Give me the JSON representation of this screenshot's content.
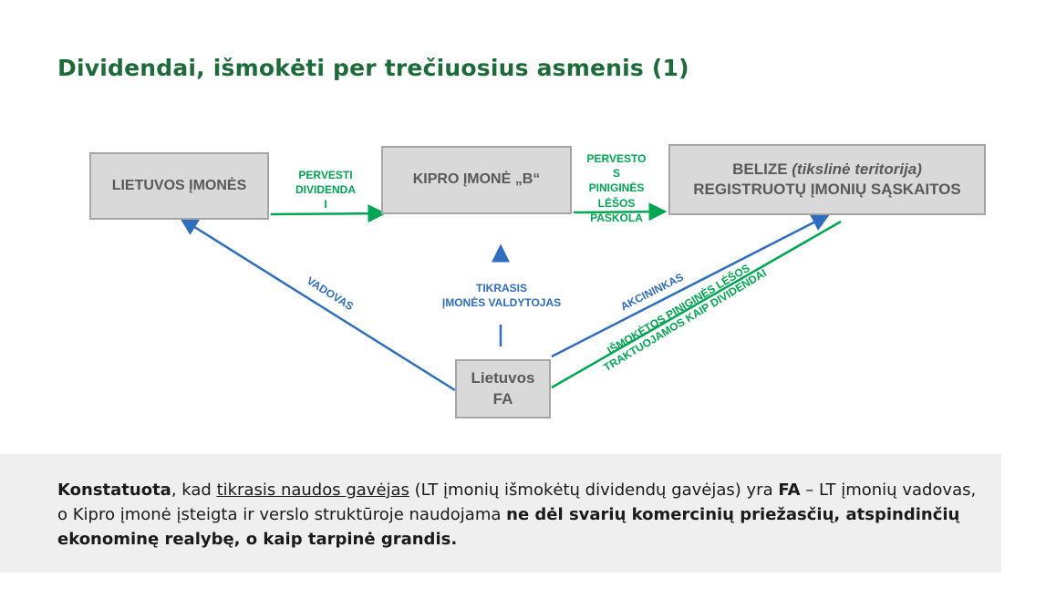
{
  "title": "Dividendai, išmokėti per trečiuosius asmenis (1)",
  "boxes": {
    "lt_companies": "LIETUVOS ĮMONĖS",
    "cyprus": "KIPRO ĮMONĖ „B“",
    "belize_line1_prefix": "BELIZE ",
    "belize_line1_italic": "(tikslinė teritorija)",
    "belize_line2": "REGISTRUOTŲ ĮMONIŲ SĄSKAITOS",
    "fa_line1": "Lietuvos",
    "fa_line2": "FA"
  },
  "labels": {
    "transfer_dividends_1": "PERVESTI",
    "transfer_dividends_2": "DIVIDENDA",
    "transfer_dividends_3": "I",
    "transfer_funds_1": "PERVESTO",
    "transfer_funds_2": "S",
    "transfer_funds_3": "PINIGINĖS",
    "transfer_funds_4": "LĖŠOS",
    "transfer_funds_5": "PASKOLA",
    "manager": "VADOVAS",
    "real_manager_1": "TIKRASIS",
    "real_manager_2": "ĮMONĖS VALDYTOJAS",
    "shareholder": "AKCININKAS",
    "paid_funds_1": "IŠMOKĖTOS PINIGINĖS LĖŠOS",
    "paid_funds_2": "TRAKTUOJAMOS KAIP DIVIDENDAI"
  },
  "colors": {
    "title": "#1e6b3a",
    "green": "#00a651",
    "blue": "#2f6dbf",
    "box_fill": "#d9d9d9",
    "box_border": "#a6a6a6"
  },
  "note": {
    "p1": "Konstatuota",
    "p2": ", kad ",
    "p3": "tikrasis naudos gavėjas",
    "p4": " (LT įmonių išmokėtų  dividendų gavėjas) yra ",
    "p5": "FA",
    "p6": " – LT įmonių vadovas, o Kipro įmonė įsteigta ir verslo struktūroje naudojama ",
    "p7": "ne dėl svarių komercinių priežasčių, atspindinčių ekonominę realybę, o kaip tarpinė grandis."
  }
}
